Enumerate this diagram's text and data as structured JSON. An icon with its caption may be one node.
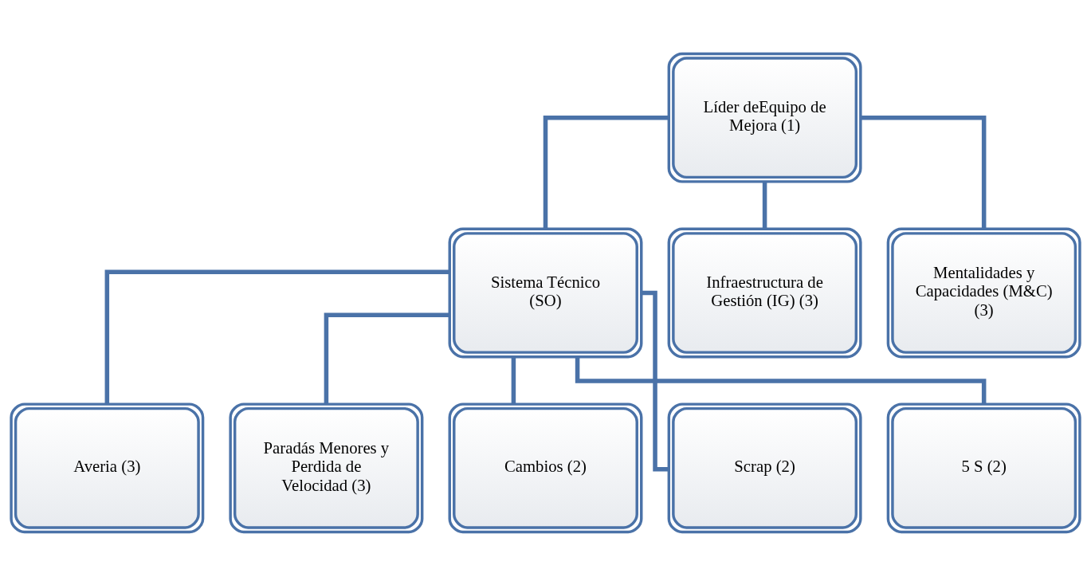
{
  "diagram": {
    "nodes": [
      {
        "text": [
          "Líder deEquipo de Mejora (1)"
        ]
      },
      {
        "text": [
          "Sistema Técnico (SO)"
        ]
      },
      {
        "text": [
          "Infraestructura de Gestión (IG) (3)"
        ]
      },
      {
        "text": [
          "Mentalidades y Capacidades (M&C) (3)"
        ]
      },
      {
        "text": [
          "Averia (3)"
        ]
      },
      {
        "text": [
          "Paradás Menores y Perdida de Velocidad (3)"
        ]
      },
      {
        "text": [
          "Cambios (2)"
        ]
      },
      {
        "text": [
          "Scrap (2)"
        ]
      },
      {
        "text": [
          "5 S (2)"
        ]
      }
    ],
    "edges": [
      {
        "from": 0,
        "to": 1,
        "arrow": "none"
      },
      {
        "from": 0,
        "to": 2,
        "arrow": "none"
      },
      {
        "from": 0,
        "to": 3,
        "arrow": "none"
      },
      {
        "from": 1,
        "to": 4,
        "arrow": "none"
      },
      {
        "from": 1,
        "to": 5,
        "arrow": "none"
      },
      {
        "from": 1,
        "to": 6,
        "arrow": "none"
      },
      {
        "from": 1,
        "to": 7,
        "arrow": "none"
      },
      {
        "from": 1,
        "to": 8,
        "arrow": "none"
      }
    ]
  }
}
